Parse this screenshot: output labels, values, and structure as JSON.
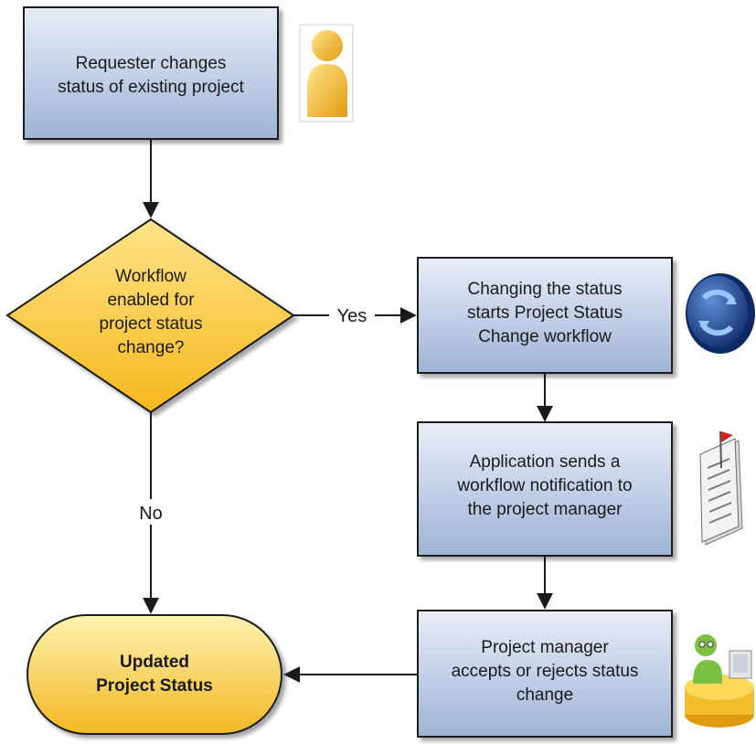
{
  "colors": {
    "process_fill_top": "#e9eef8",
    "process_fill_bottom": "#9fb3d6",
    "decision_fill_top": "#ffe489",
    "decision_fill_bottom": "#f5b81c",
    "stroke": "#1a1a1a",
    "arrow": "#1a1a1a"
  },
  "nodes": {
    "requester_step": {
      "lines": [
        "Requester changes",
        "status of existing project"
      ],
      "icon": "person-icon"
    },
    "decision": {
      "lines": [
        "Workflow",
        "enabled for",
        "project status",
        "change?"
      ]
    },
    "workflow_step": {
      "lines": [
        "Changing the status",
        "starts Project Status",
        "Change workflow"
      ],
      "icon": "workflow-cycle-icon"
    },
    "notification_step": {
      "lines": [
        "Application sends a",
        "workflow notification to",
        "the project manager"
      ],
      "icon": "document-flag-icon"
    },
    "manager_step": {
      "lines": [
        "Project manager",
        "accepts or rejects status",
        "change"
      ],
      "icon": "user-at-computer-icon"
    },
    "end_state": {
      "lines": [
        "Updated",
        "Project Status"
      ]
    }
  },
  "edges": {
    "yes_label": "Yes",
    "no_label": "No"
  }
}
